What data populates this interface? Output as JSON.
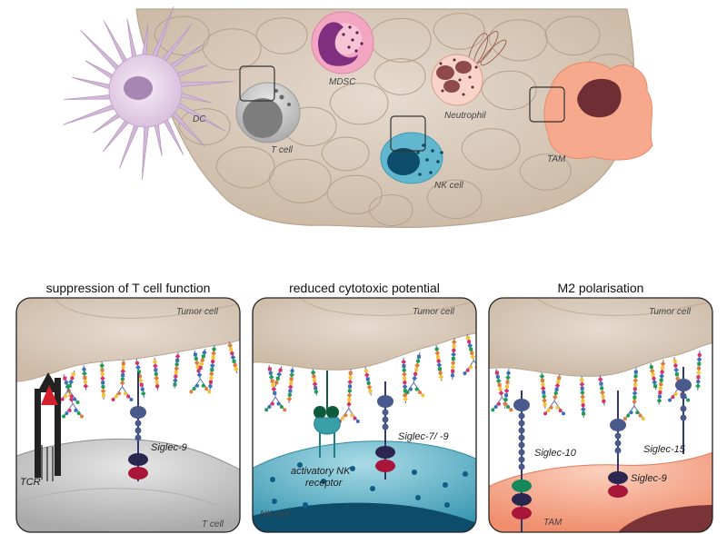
{
  "overview": {
    "cells": [
      {
        "key": "dc",
        "label": "DC"
      },
      {
        "key": "mdsc",
        "label": "MDSC"
      },
      {
        "key": "tcell",
        "label": "T cell"
      },
      {
        "key": "neutrophil",
        "label": "Neutrophil"
      },
      {
        "key": "nkcell",
        "label": "NK cell"
      },
      {
        "key": "tam",
        "label": "TAM"
      }
    ]
  },
  "panels": [
    {
      "title": "suppression of  T cell function",
      "tumor_label": "Tumor cell",
      "effector_label": "T cell",
      "labels": [
        "TCR",
        "Siglec-9"
      ]
    },
    {
      "title": "reduced cytotoxic potential",
      "tumor_label": "Tumor cell",
      "effector_label": "NK cell",
      "labels": [
        "activatory NK",
        "receptor",
        "Siglec-7/ -9"
      ]
    },
    {
      "title": "M2 polarisation",
      "tumor_label": "Tumor cell",
      "effector_label": "TAM",
      "labels": [
        "Siglec-10",
        "Siglec-9",
        "Siglec-15"
      ]
    }
  ],
  "colors": {
    "tumor": "#d6c8b8",
    "tumor_edge": "#b8a590",
    "tcell": "#c9c9c9",
    "nkcell": "#5fb5cb",
    "tam": "#f7a98e",
    "dc": "#e8d5ea",
    "mdsc": "#f2a6c2",
    "siglec_blue": "#4b5a8d",
    "siglec_dark": "#2b2650",
    "itim_red": "#a8173a",
    "itam_green": "#16875a"
  }
}
